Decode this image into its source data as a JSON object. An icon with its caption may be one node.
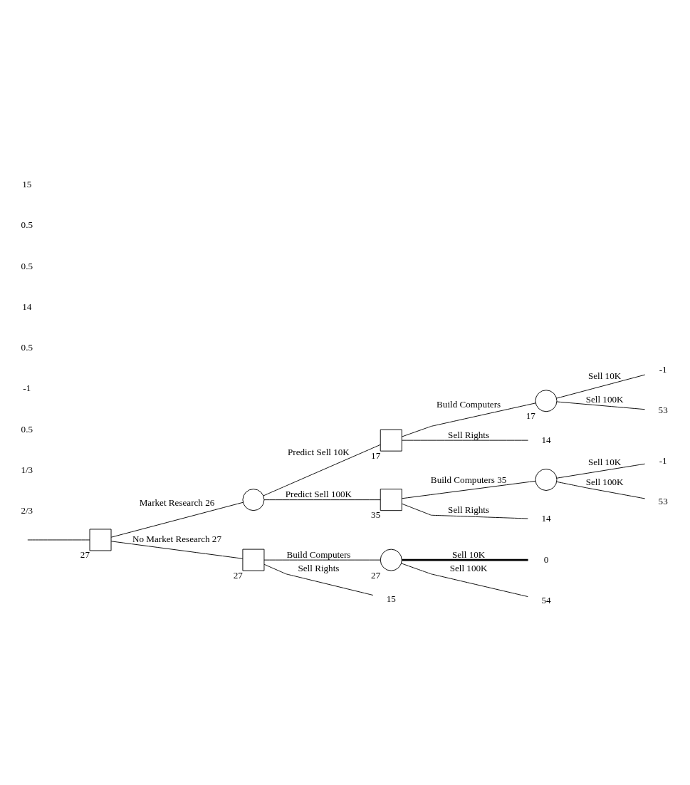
{
  "diagram": {
    "nodes": [
      {
        "text": [],
        "shape": "box",
        "beside": [
          "27"
        ]
      },
      {
        "text": [],
        "shape": "circle"
      },
      {
        "text": [],
        "shape": "box",
        "beside": [
          "17"
        ]
      },
      {
        "text": [],
        "shape": "circle",
        "beside": [
          "17"
        ]
      },
      {
        "text": [
          "-1"
        ]
      },
      {
        "text": [
          "53"
        ]
      },
      {
        "text": [
          "14"
        ]
      },
      {
        "text": [],
        "shape": "box",
        "beside": [
          "35"
        ]
      },
      {
        "text": [],
        "shape": "circle"
      },
      {
        "text": [
          "-1"
        ]
      },
      {
        "text": [
          "53"
        ]
      },
      {
        "text": [
          "14"
        ]
      },
      {
        "text": [],
        "shape": "box",
        "beside": [
          "27"
        ]
      },
      {
        "text": [],
        "shape": "circle",
        "beside": [
          "27"
        ]
      },
      {
        "text": [
          "0"
        ]
      },
      {
        "text": [
          "54"
        ]
      },
      {
        "text": [
          "15"
        ]
      }
    ],
    "edges": [
      {
        "from": null,
        "to": 0,
        "arrow": "none"
      },
      {
        "from": 0,
        "to": 1,
        "arrow": "none",
        "label": "Market Research 26"
      },
      {
        "from": 1,
        "to": 2,
        "arrow": "none",
        "label": "Predict Sell 10K"
      },
      {
        "from": 2,
        "to": 3,
        "arrow": "none",
        "label": "Build Computers"
      },
      {
        "from": 3,
        "to": 4,
        "arrow": "none",
        "label": "Sell 10K"
      },
      {
        "from": 3,
        "to": 5,
        "arrow": "none",
        "label": "Sell 100K"
      },
      {
        "from": 2,
        "to": 6,
        "arrow": "none",
        "label": "Sell Rights"
      },
      {
        "from": 1,
        "to": 7,
        "arrow": "none",
        "label": "Predict Sell 100K"
      },
      {
        "from": 7,
        "to": 8,
        "arrow": "none",
        "label": "Build Computers 35"
      },
      {
        "from": 8,
        "to": 9,
        "arrow": "none",
        "label": "Sell 10K"
      },
      {
        "from": 8,
        "to": 10,
        "arrow": "none",
        "label": "Sell 100K"
      },
      {
        "from": 7,
        "to": 11,
        "arrow": "none",
        "label": "Sell Rights"
      },
      {
        "from": 0,
        "to": 12,
        "arrow": "none",
        "label": "No Market Research 27"
      },
      {
        "from": 12,
        "to": 13,
        "arrow": "none",
        "label": "Build Computers"
      },
      {
        "from": 13,
        "to": 14,
        "arrow": "none",
        "label": "Sell 10K",
        "style": "thick"
      },
      {
        "from": 13,
        "to": 15,
        "arrow": "none",
        "label": "Sell 100K"
      },
      {
        "from": 12,
        "to": 16,
        "arrow": "none",
        "label": "Sell Rights"
      }
    ],
    "labels": [
      "2/3",
      "1/3",
      "0.5",
      "-1",
      "0.5",
      "14",
      "0.5",
      "0.5",
      "15"
    ]
  }
}
